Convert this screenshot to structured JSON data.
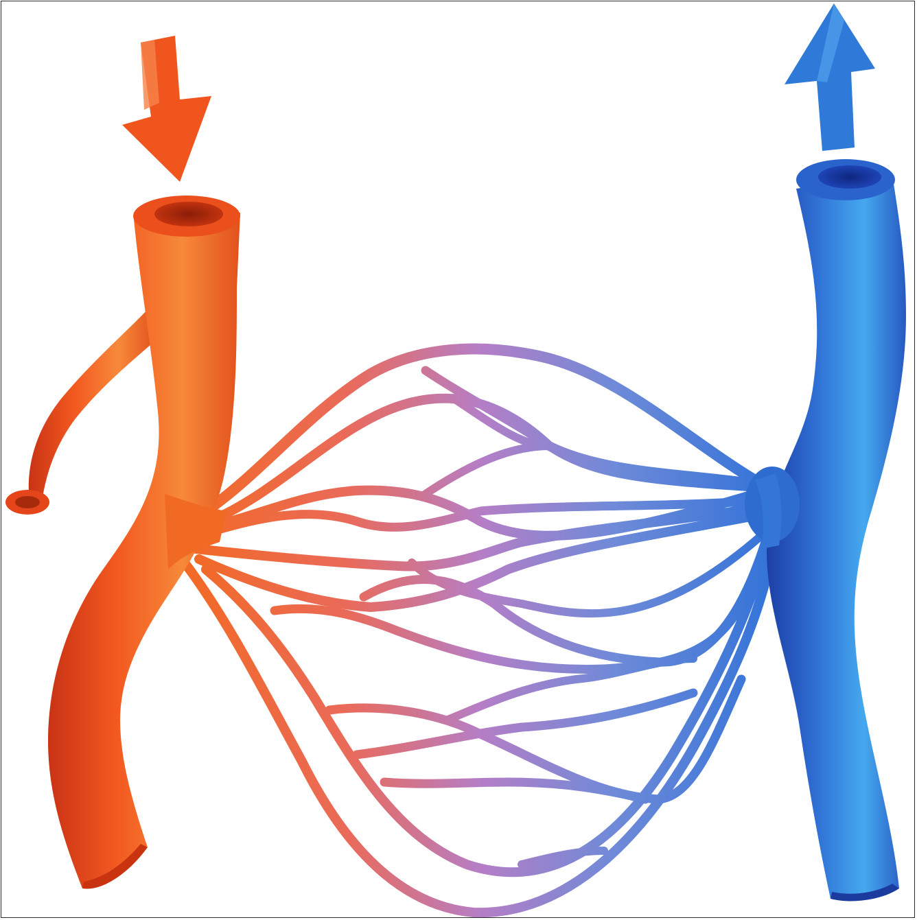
{
  "diagram": {
    "subject": "capillary-bed",
    "colors": {
      "artery_dark": "#e2401b",
      "artery_mid": "#f26a22",
      "artery_light": "#f7933f",
      "capillary_mid": "#b07cc8",
      "vein_light": "#3fa6ea",
      "vein_mid": "#2f6fd4",
      "vein_dark": "#1f47b0",
      "background": "#ffffff",
      "frame": "#2a2a2a"
    },
    "arrows": [
      {
        "vessel": "artery",
        "direction": "down",
        "color": "#f0551e"
      },
      {
        "vessel": "vein",
        "direction": "up",
        "color": "#2f7ad8"
      }
    ]
  }
}
